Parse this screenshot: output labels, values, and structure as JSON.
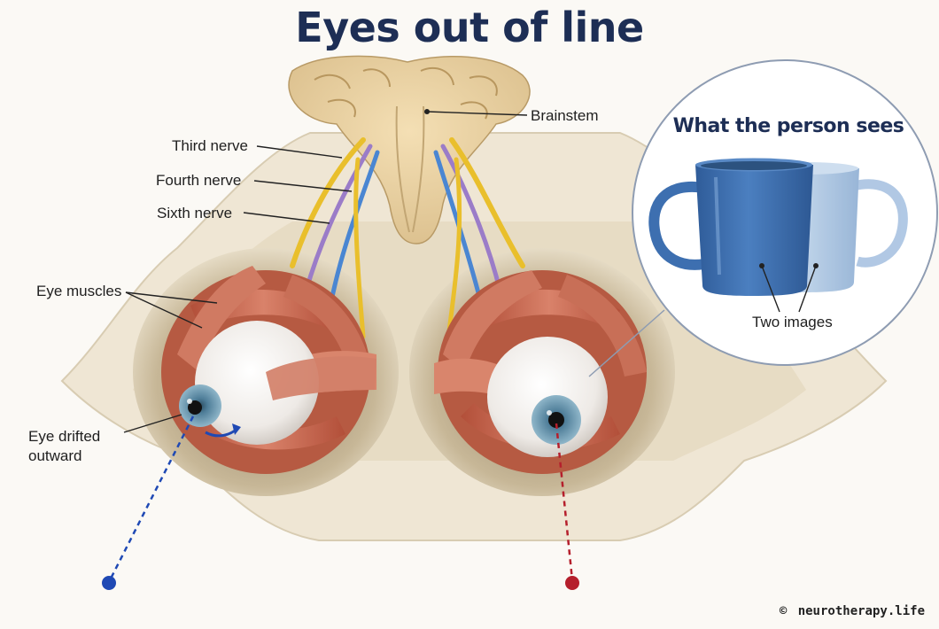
{
  "title": "Eyes out of line",
  "labels": {
    "brainstem": "Brainstem",
    "third_nerve": "Third nerve",
    "fourth_nerve": "Fourth nerve",
    "sixth_nerve": "Sixth nerve",
    "eye_muscles": "Eye muscles",
    "eye_drifted_line1": "Eye drifted",
    "eye_drifted_line2": "outward"
  },
  "inset": {
    "title": "What the person sees",
    "caption": "Two images"
  },
  "credit": {
    "symbol": "©",
    "text": "neurotherapy.life"
  },
  "colors": {
    "title": "#1d2e55",
    "third_nerve": "#e9bf2c",
    "fourth_nerve": "#9b7cc8",
    "sixth_nerve": "#4a86d2",
    "muscle": "#c9654c",
    "iris": "#5f8faa",
    "left_gaze_line": "#1f49b4",
    "right_gaze_line": "#b51f2c",
    "mug": "#3d6fb0"
  }
}
